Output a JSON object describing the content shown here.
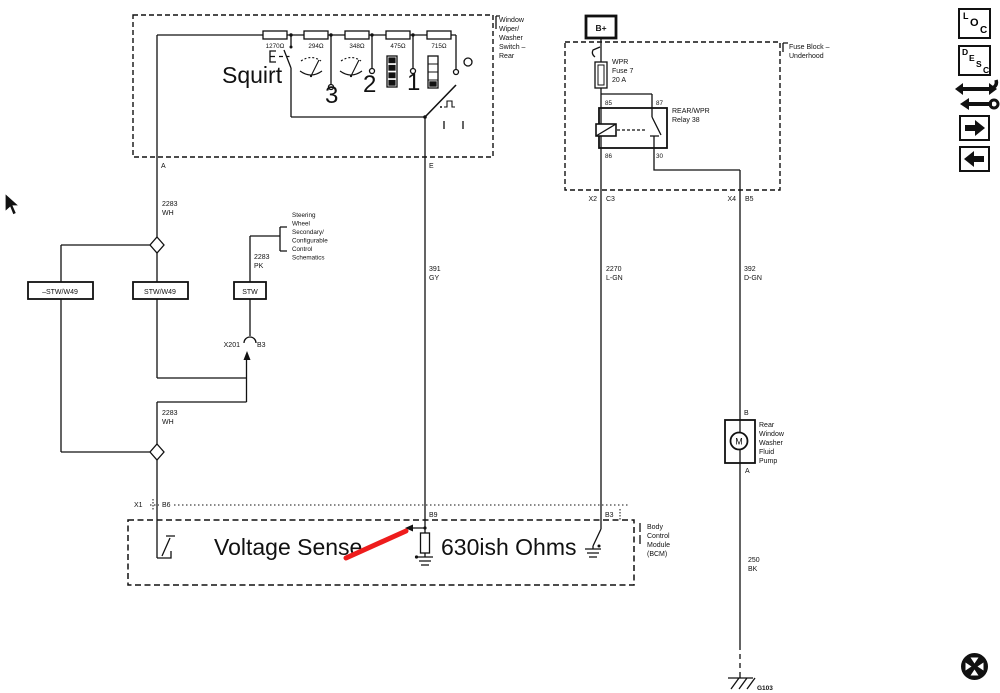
{
  "viewer": {
    "toolbar": {
      "loc": [
        "L",
        "O",
        "C"
      ],
      "desc": [
        "D",
        "E",
        "S",
        "C"
      ]
    }
  },
  "schematic": {
    "switch": {
      "title": [
        "Window",
        "Wiper/",
        "Washer",
        "Switch –",
        "Rear"
      ],
      "resistors": [
        "1270Ω",
        "294Ω",
        "348Ω",
        "475Ω",
        "715Ω"
      ],
      "pin_a": "A",
      "pin_e": "E"
    },
    "fuse_block": {
      "title": [
        "Fuse Block –",
        "Underhood"
      ],
      "battery": "B+",
      "fuse": [
        "WPR",
        "Fuse 7",
        "20 A"
      ],
      "relay": {
        "title": [
          "REAR/WPR",
          "Relay 38"
        ],
        "pin85": "85",
        "pin87": "87",
        "pin86": "86",
        "pin30": "30"
      },
      "conn_left": {
        "x2": "X2",
        "c3": "C3"
      },
      "conn_right": {
        "x4": "X4",
        "b5": "B5"
      }
    },
    "wires": {
      "wh1": [
        "2283",
        "WH"
      ],
      "wh2": [
        "2283",
        "WH"
      ],
      "pk": [
        "2283",
        "PK"
      ],
      "gy": [
        "391",
        "GY"
      ],
      "lgn": [
        "2270",
        "L-GN"
      ],
      "dgn": [
        "392",
        "D-GN"
      ],
      "bk": [
        "250",
        "BK"
      ]
    },
    "splice_boxes": [
      "–STW/W49",
      "STW/W49",
      "STW"
    ],
    "steering_note": [
      "Steering",
      "Wheel",
      "Secondary/",
      "Configurable",
      "Control",
      "Schematics"
    ],
    "conn_x201": {
      "name": "X201",
      "pin": "B3"
    },
    "bcm": {
      "title": [
        "Body",
        "Control",
        "Module",
        "(BCM)"
      ],
      "x1": "X1",
      "b6": "B6",
      "b9": "B9",
      "b3": "B3"
    },
    "pump": {
      "title": [
        "Rear",
        "Window",
        "Washer",
        "Fluid",
        "Pump"
      ],
      "pin_b": "B",
      "pin_a": "A",
      "motor": "M"
    },
    "ground": "G103"
  },
  "annotations": {
    "color": "#ee1c1c",
    "squirt": "Squirt",
    "n3": "3",
    "n2": "2",
    "n1": "1",
    "voltage_sense": "Voltage Sense",
    "ohms": "630ish Ohms"
  }
}
